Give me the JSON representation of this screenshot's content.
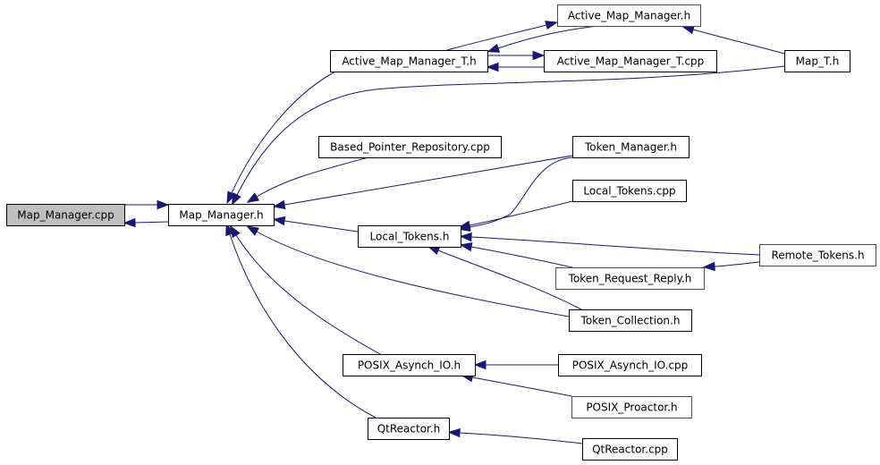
{
  "diagram": {
    "type": "include-dependency-graph",
    "colors": {
      "edge": "#191970",
      "root_fill": "#bfbfbf",
      "node_fill": "#ffffff",
      "node_border": "#000000",
      "external_border": "#ff0000"
    },
    "nodes": [
      {
        "id": "map_manager_cpp",
        "label": "Map_Manager.cpp",
        "style": "root"
      },
      {
        "id": "map_manager_h",
        "label": "Map_Manager.h",
        "style": "normal"
      },
      {
        "id": "active_map_manager_t_h",
        "label": "Active_Map_Manager_T.h",
        "style": "normal"
      },
      {
        "id": "active_map_manager_h",
        "label": "Active_Map_Manager.h",
        "style": "external"
      },
      {
        "id": "active_map_manager_t_cpp",
        "label": "Active_Map_Manager_T.cpp",
        "style": "normal"
      },
      {
        "id": "map_t_h",
        "label": "Map_T.h",
        "style": "normal"
      },
      {
        "id": "based_pointer_repository_cpp",
        "label": "Based_Pointer_Repository.cpp",
        "style": "normal"
      },
      {
        "id": "token_manager_h",
        "label": "Token_Manager.h",
        "style": "normal"
      },
      {
        "id": "local_tokens_cpp",
        "label": "Local_Tokens.cpp",
        "style": "normal"
      },
      {
        "id": "local_tokens_h",
        "label": "Local_Tokens.h",
        "style": "normal"
      },
      {
        "id": "remote_tokens_h",
        "label": "Remote_Tokens.h",
        "style": "external"
      },
      {
        "id": "token_request_reply_h",
        "label": "Token_Request_Reply.h",
        "style": "external"
      },
      {
        "id": "token_collection_h",
        "label": "Token_Collection.h",
        "style": "normal"
      },
      {
        "id": "posix_asynch_io_h",
        "label": "POSIX_Asynch_IO.h",
        "style": "normal"
      },
      {
        "id": "posix_asynch_io_cpp",
        "label": "POSIX_Asynch_IO.cpp",
        "style": "normal"
      },
      {
        "id": "posix_proactor_h",
        "label": "POSIX_Proactor.h",
        "style": "external"
      },
      {
        "id": "qtreactor_h",
        "label": "QtReactor.h",
        "style": "normal"
      },
      {
        "id": "qtreactor_cpp",
        "label": "QtReactor.cpp",
        "style": "normal"
      }
    ],
    "edges": [
      {
        "from": "map_manager_cpp",
        "to": "map_manager_h"
      },
      {
        "from": "map_manager_h",
        "to": "map_manager_cpp"
      },
      {
        "from": "active_map_manager_t_h",
        "to": "map_manager_h"
      },
      {
        "from": "map_t_h",
        "to": "map_manager_h"
      },
      {
        "from": "based_pointer_repository_cpp",
        "to": "map_manager_h"
      },
      {
        "from": "token_manager_h",
        "to": "map_manager_h"
      },
      {
        "from": "local_tokens_h",
        "to": "map_manager_h"
      },
      {
        "from": "token_collection_h",
        "to": "map_manager_h"
      },
      {
        "from": "posix_asynch_io_h",
        "to": "map_manager_h"
      },
      {
        "from": "qtreactor_h",
        "to": "map_manager_h"
      },
      {
        "from": "active_map_manager_t_h",
        "to": "active_map_manager_h"
      },
      {
        "from": "active_map_manager_h",
        "to": "active_map_manager_t_h"
      },
      {
        "from": "active_map_manager_t_h",
        "to": "active_map_manager_t_cpp"
      },
      {
        "from": "active_map_manager_t_cpp",
        "to": "active_map_manager_t_h"
      },
      {
        "from": "map_t_h",
        "to": "active_map_manager_h"
      },
      {
        "from": "token_manager_h",
        "to": "local_tokens_h"
      },
      {
        "from": "local_tokens_cpp",
        "to": "local_tokens_h"
      },
      {
        "from": "remote_tokens_h",
        "to": "local_tokens_h"
      },
      {
        "from": "token_request_reply_h",
        "to": "local_tokens_h"
      },
      {
        "from": "token_collection_h",
        "to": "local_tokens_h"
      },
      {
        "from": "remote_tokens_h",
        "to": "token_request_reply_h"
      },
      {
        "from": "posix_asynch_io_cpp",
        "to": "posix_asynch_io_h"
      },
      {
        "from": "posix_proactor_h",
        "to": "posix_asynch_io_h"
      },
      {
        "from": "qtreactor_cpp",
        "to": "qtreactor_h"
      }
    ]
  }
}
